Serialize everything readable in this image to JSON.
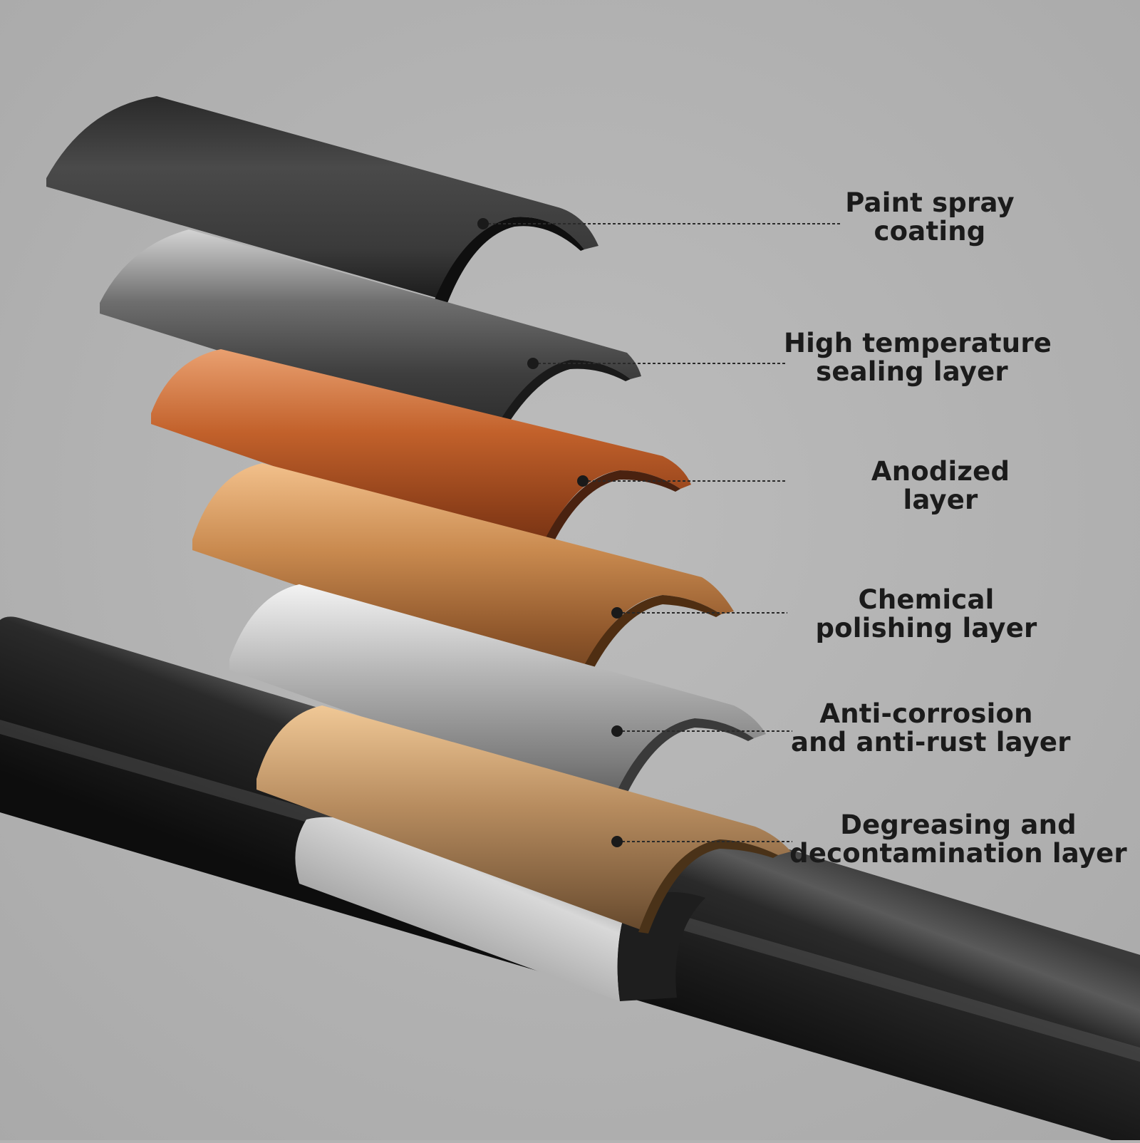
{
  "layers": [
    {
      "id": "paint",
      "line1": "Paint spray",
      "line2": "coating",
      "color": "#2b2b2b"
    },
    {
      "id": "sealing",
      "line1": "High temperature",
      "line2": "sealing layer",
      "color": "#8c8c8c"
    },
    {
      "id": "anodized",
      "line1": "Anodized",
      "line2": "layer",
      "color": "#c86a35"
    },
    {
      "id": "polishing",
      "line1": "Chemical",
      "line2": "polishing layer",
      "color": "#d79a63"
    },
    {
      "id": "anticorrosion",
      "line1": "Anti-corrosion",
      "line2": "and anti-rust layer",
      "color": "#bdbdbd"
    },
    {
      "id": "degreasing",
      "line1": "Degreasing and",
      "line2": "decontamination layer",
      "color": "#d2a36e"
    }
  ],
  "tube": {
    "color": "#222222"
  },
  "background": "#b3b3b3"
}
